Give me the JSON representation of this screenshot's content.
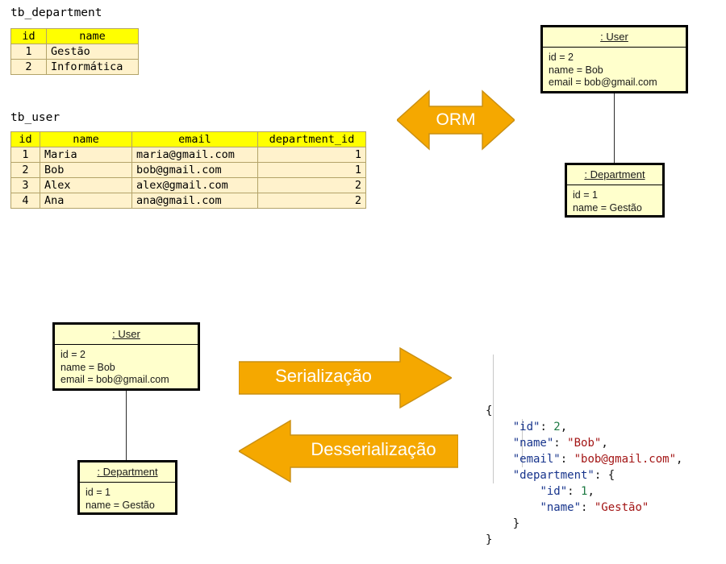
{
  "db_tables": [
    {
      "label": "tb_department",
      "columns": [
        "id",
        "name"
      ],
      "aligns": [
        "center",
        "left"
      ],
      "rows": [
        [
          "1",
          "Gestão"
        ],
        [
          "2",
          "Informática"
        ]
      ]
    },
    {
      "label": "tb_user",
      "columns": [
        "id",
        "name",
        "email",
        "department_id"
      ],
      "aligns": [
        "center",
        "left",
        "left",
        "right"
      ],
      "rows": [
        [
          "1",
          "Maria",
          "maria@gmail.com",
          "1"
        ],
        [
          "2",
          "Bob",
          "bob@gmail.com",
          "1"
        ],
        [
          "3",
          "Alex",
          "alex@gmail.com",
          "2"
        ],
        [
          "4",
          "Ana",
          "ana@gmail.com",
          "2"
        ]
      ]
    }
  ],
  "uml_objects": {
    "top_user": {
      "title": ": User",
      "attributes": [
        "id = 2",
        "name = Bob",
        "email = bob@gmail.com"
      ]
    },
    "top_department": {
      "title": ": Department",
      "attributes": [
        "id = 1",
        "name = Gestão"
      ]
    },
    "bottom_user": {
      "title": ": User",
      "attributes": [
        "id = 2",
        "name = Bob",
        "email = bob@gmail.com"
      ]
    },
    "bottom_department": {
      "title": ": Department",
      "attributes": [
        "id = 1",
        "name = Gestão"
      ]
    }
  },
  "arrows": {
    "orm": {
      "label": "ORM",
      "direction": "both",
      "color": "#f5a800"
    },
    "serializacao": {
      "label": "Serialização",
      "direction": "right",
      "color": "#f5a800"
    },
    "desserializacao": {
      "label": "Desserialização",
      "direction": "left",
      "color": "#f5a800"
    }
  },
  "json_code": {
    "lines": [
      {
        "indent": 0,
        "parts": [
          {
            "t": "{",
            "c": "jpun"
          }
        ]
      },
      {
        "indent": 1,
        "parts": [
          {
            "t": "\"id\"",
            "c": "jkey"
          },
          {
            "t": ": ",
            "c": "jpun"
          },
          {
            "t": "2",
            "c": "jnum"
          },
          {
            "t": ",",
            "c": "jpun"
          }
        ]
      },
      {
        "indent": 1,
        "parts": [
          {
            "t": "\"name\"",
            "c": "jkey"
          },
          {
            "t": ": ",
            "c": "jpun"
          },
          {
            "t": "\"Bob\"",
            "c": "jstr"
          },
          {
            "t": ",",
            "c": "jpun"
          }
        ]
      },
      {
        "indent": 1,
        "parts": [
          {
            "t": "\"email\"",
            "c": "jkey"
          },
          {
            "t": ": ",
            "c": "jpun"
          },
          {
            "t": "\"bob@gmail.com\"",
            "c": "jstr"
          },
          {
            "t": ",",
            "c": "jpun"
          }
        ]
      },
      {
        "indent": 1,
        "parts": [
          {
            "t": "\"department\"",
            "c": "jkey"
          },
          {
            "t": ": ",
            "c": "jpun"
          },
          {
            "t": "{",
            "c": "jpun"
          }
        ]
      },
      {
        "indent": 2,
        "parts": [
          {
            "t": "\"id\"",
            "c": "jkey"
          },
          {
            "t": ": ",
            "c": "jpun"
          },
          {
            "t": "1",
            "c": "jnum"
          },
          {
            "t": ",",
            "c": "jpun"
          }
        ]
      },
      {
        "indent": 2,
        "parts": [
          {
            "t": "\"name\"",
            "c": "jkey"
          },
          {
            "t": ": ",
            "c": "jpun"
          },
          {
            "t": "\"Gestão\"",
            "c": "jstr"
          }
        ]
      },
      {
        "indent": 1,
        "parts": [
          {
            "t": "}",
            "c": "jpun"
          }
        ]
      },
      {
        "indent": 0,
        "parts": [
          {
            "t": "}",
            "c": "jpun"
          }
        ]
      }
    ]
  },
  "colors": {
    "table_header": "#ffff00",
    "table_body": "#fff2cc",
    "table_border": "#b3a369",
    "uml_fill": "#ffffcc",
    "uml_border": "#000000",
    "arrow_fill": "#f5a800",
    "arrow_stroke": "#c98f12",
    "json_key": "#17348c",
    "json_number": "#1d7a43",
    "json_string": "#a31515"
  }
}
